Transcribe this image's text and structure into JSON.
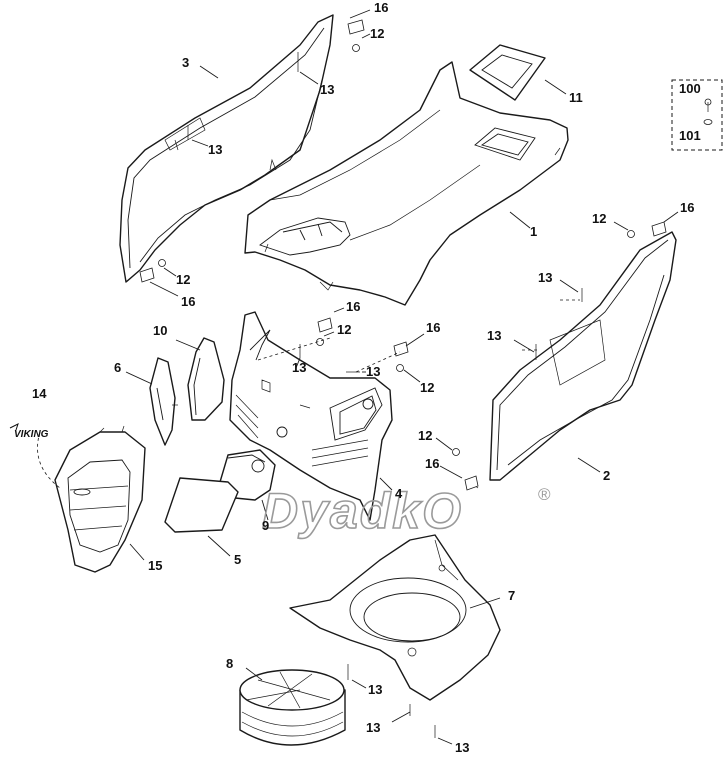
{
  "diagram": {
    "callouts": [
      "1",
      "2",
      "3",
      "4",
      "5",
      "6",
      "7",
      "8",
      "9",
      "10",
      "11",
      "12",
      "13",
      "14",
      "15",
      "16",
      "100",
      "101"
    ],
    "legend_box": {
      "upper": "100",
      "lower": "101"
    },
    "logo_text": "VIKING",
    "watermark": "DyadkO",
    "registered_mark": "®"
  }
}
